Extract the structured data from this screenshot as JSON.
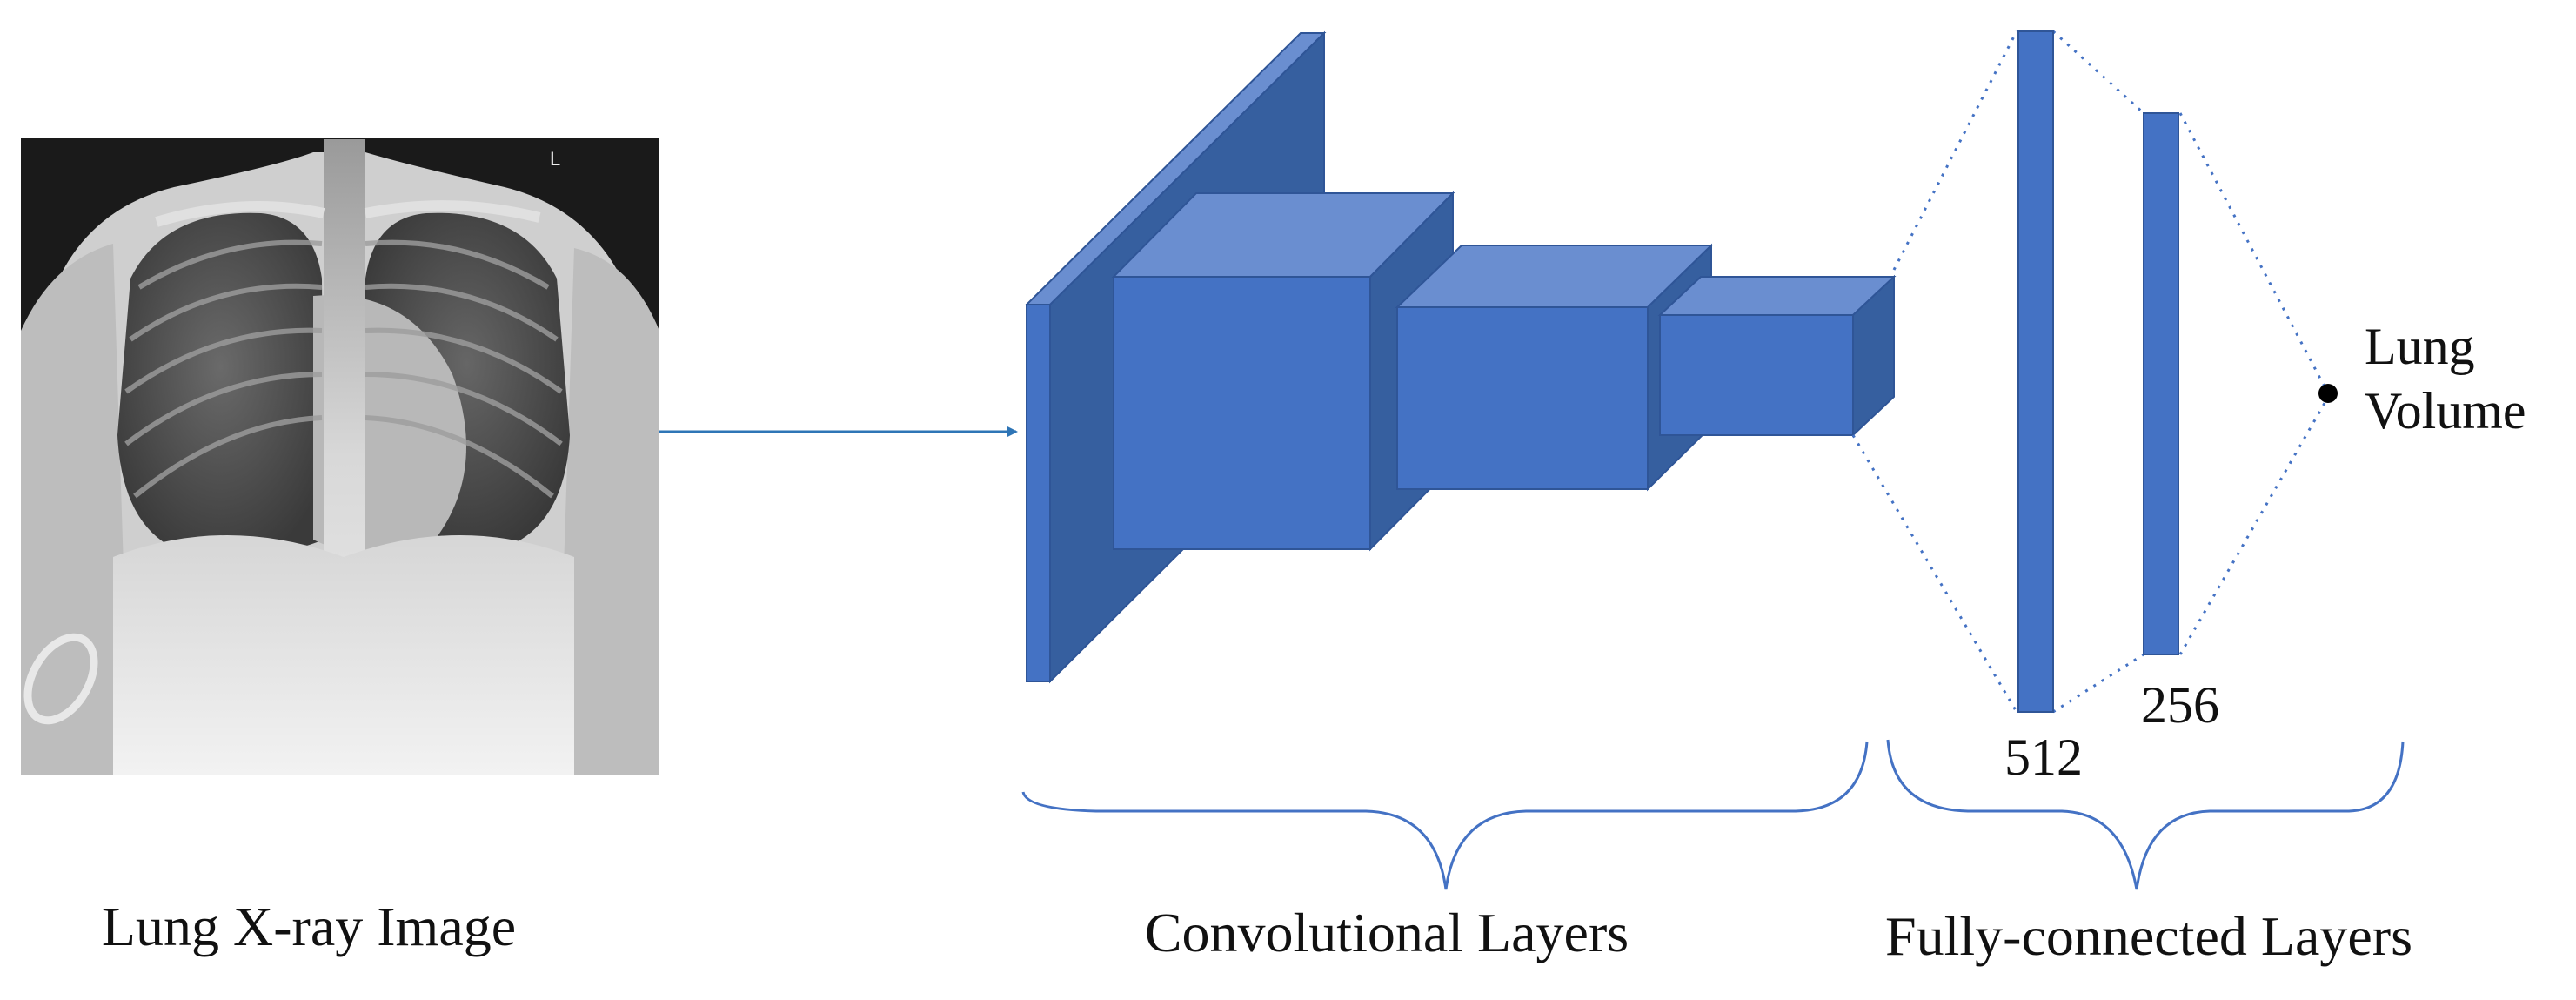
{
  "input": {
    "caption": "Lung X-ray Image",
    "xray_marker": "L"
  },
  "conv": {
    "caption": "Convolutional Layers"
  },
  "fc": {
    "caption": "Fully-connected Layers",
    "layer1_size": "512",
    "layer2_size": "256"
  },
  "output": {
    "label_line1": "Lung",
    "label_line2": "Volume"
  },
  "colors": {
    "block_front": "#4472C4",
    "block_top": "#6A8ED0",
    "block_side": "#365F9F",
    "block_edge": "#2F5597",
    "arrow": "#2E75B6",
    "brace": "#4472C4",
    "dotted": "#4472C4",
    "text": "#111111"
  }
}
